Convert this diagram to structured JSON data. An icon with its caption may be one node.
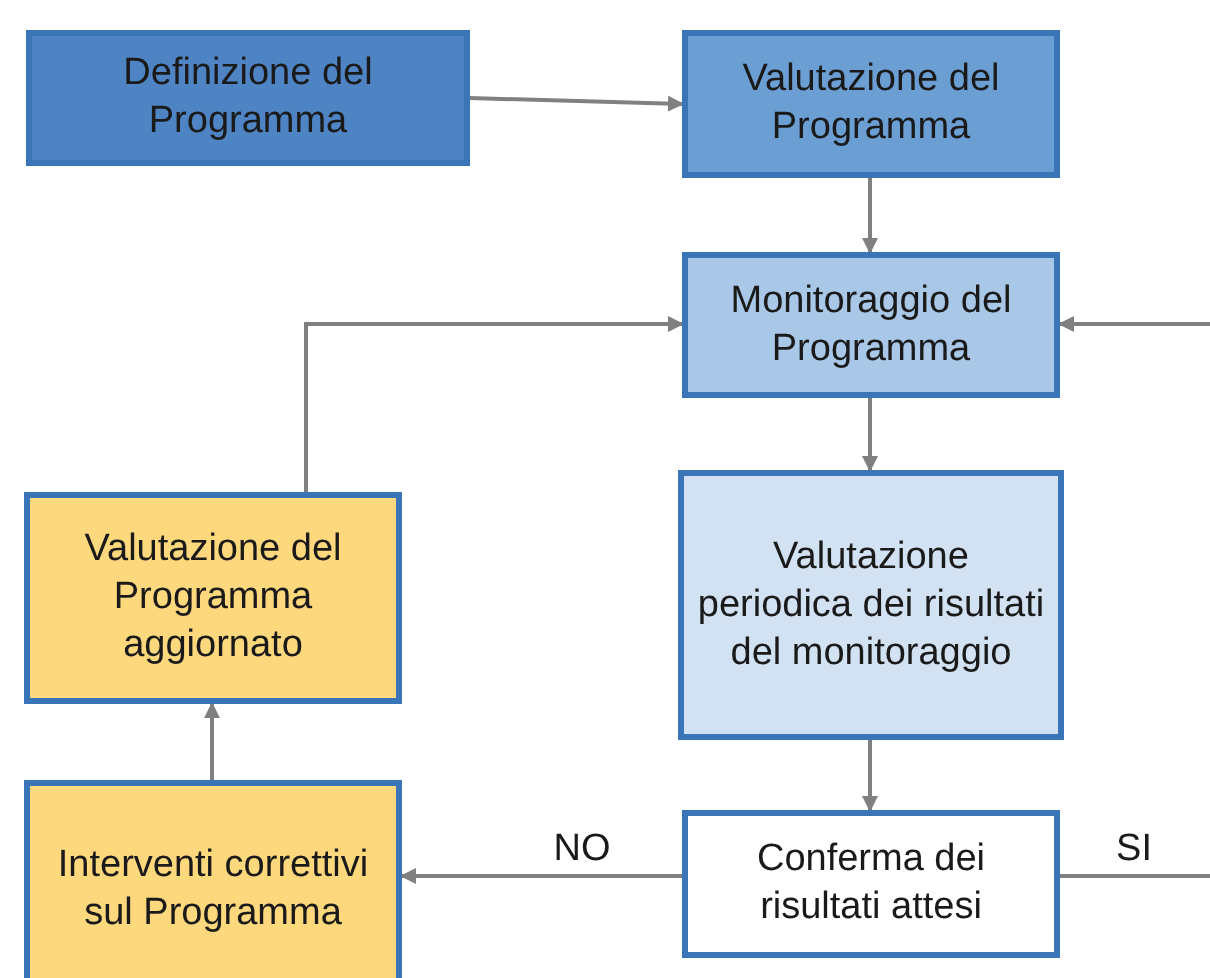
{
  "diagram": {
    "nodes": [
      {
        "text": [
          "Definizione del Programma"
        ]
      },
      {
        "text": [
          "Valutazione del Programma"
        ]
      },
      {
        "text": [
          "Monitoraggio del Programma"
        ]
      },
      {
        "text": [
          "Valutazione periodica dei risultati del monitoraggio"
        ]
      },
      {
        "text": [
          "Conferma dei risultati attesi"
        ]
      },
      {
        "text": [
          "Valutazione del Programma aggiornato"
        ]
      },
      {
        "text": [
          "Interventi correttivi sul Programma"
        ]
      }
    ],
    "edges": [
      {
        "from": 0,
        "to": 1,
        "arrow": "to"
      },
      {
        "from": 1,
        "to": 2,
        "arrow": "to"
      },
      {
        "from": 2,
        "to": 3,
        "arrow": "to"
      },
      {
        "from": 3,
        "to": 4,
        "arrow": "to"
      },
      {
        "from": 4,
        "to": 6,
        "label": "NO",
        "arrow": "to"
      },
      {
        "from": 6,
        "to": 5,
        "arrow": "to"
      },
      {
        "from": 5,
        "to": 2,
        "arrow": "to"
      },
      {
        "from": 4,
        "to": null,
        "label": "SI",
        "arrow": "none"
      },
      {
        "from": null,
        "to": 2,
        "arrow": "to"
      }
    ]
  }
}
